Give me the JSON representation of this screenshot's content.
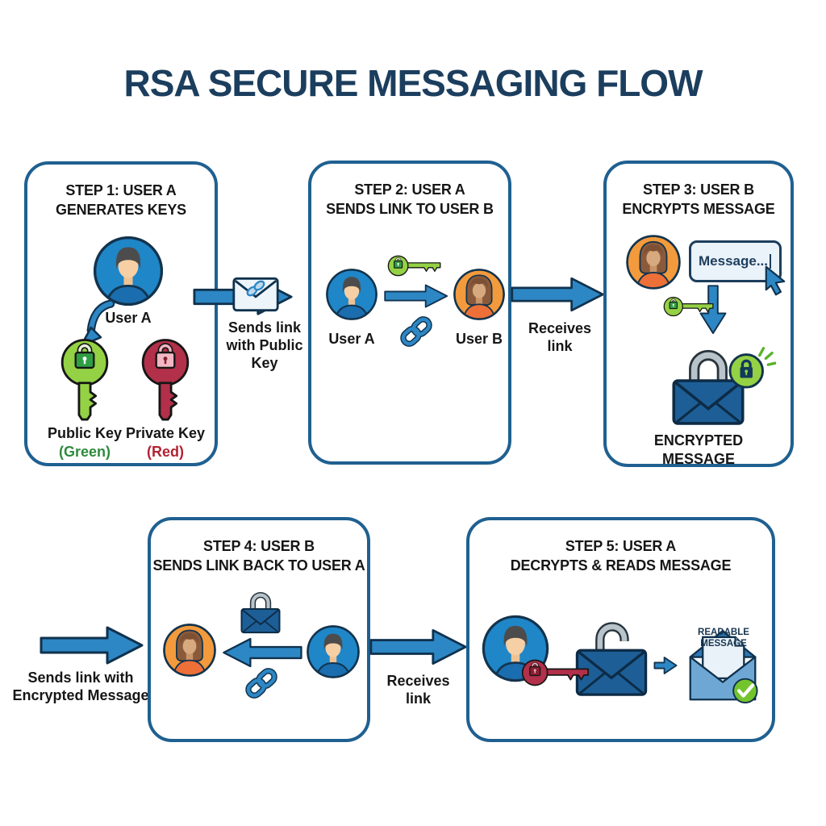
{
  "title": "RSA SECURE MESSAGING FLOW",
  "colors": {
    "title": "#1c3e5e",
    "panel_border": "#1f6090",
    "arrow_fill": "#2d87c4",
    "arrow_outline": "#10324e",
    "avatar_blue": "#1f86c8",
    "avatar_orange": "#f39a3c",
    "key_green": "#94d144",
    "key_green_dark": "#2f9e44",
    "key_red": "#b23049",
    "key_red_light": "#f2b7c3",
    "envelope_navy": "#1d5e96",
    "note_green": "#2e8b3d",
    "note_red": "#b22234",
    "check_green": "#74c42d"
  },
  "steps": [
    {
      "heading": [
        "STEP 1: USER A",
        "GENERATES KEYS"
      ],
      "user_a": "User A",
      "public_key": {
        "label": "Public Key",
        "note": "(Green)"
      },
      "private_key": {
        "label": "Private Key",
        "note": "(Red)"
      }
    },
    {
      "heading": [
        "STEP 2: USER A",
        "SENDS LINK TO USER B"
      ],
      "user_a": "User A",
      "user_b": "User B"
    },
    {
      "heading": [
        "STEP 3: USER B",
        "ENCRYPTS MESSAGE"
      ],
      "message_input": "Message...",
      "encrypted": [
        "ENCRYPTED",
        "MESSAGE"
      ]
    },
    {
      "heading": [
        "STEP 4: USER B",
        "SENDS LINK BACK TO USER A"
      ]
    },
    {
      "heading": [
        "STEP 5: USER A",
        "DECRYPTS & READS MESSAGE"
      ],
      "readable": [
        "READABLE",
        "MESSAGE"
      ]
    }
  ],
  "connectors": [
    {
      "lines": [
        "Sends link",
        "with Public",
        "Key"
      ]
    },
    {
      "lines": [
        "Receives",
        "link"
      ]
    },
    {
      "lines": [
        "Sends link with",
        "Encrypted Message"
      ]
    },
    {
      "lines": [
        "Receives",
        "link"
      ]
    }
  ],
  "icons": {
    "user-a-avatar": "male-person-in-blue-circle",
    "user-b-avatar": "female-person-in-orange-circle",
    "public-key-icon": "green-key-with-padlock",
    "private-key-icon": "red-key-with-padlock",
    "link-icon": "blue-chain-links",
    "mail-link-icon": "envelope-with-chain-link",
    "locked-mail-icon": "navy-envelope-with-closed-padlock",
    "unlocked-mail-icon": "navy-envelope-with-open-padlock",
    "readable-mail-icon": "open-envelope-with-letter",
    "check-icon": "green-checkmark-circle",
    "cursor-icon": "mouse-pointer",
    "lock-badge-icon": "green-circle-with-navy-lock-and-sparkles",
    "flow-arrow-icon": "thick-blue-arrow"
  }
}
